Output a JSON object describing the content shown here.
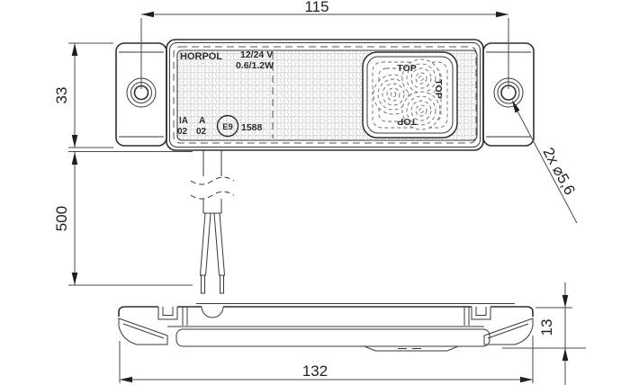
{
  "dims": {
    "hole_spacing": "115",
    "bracket_height": "33",
    "cable_length": "500",
    "overall_length": "132",
    "body_thickness": "13",
    "hole_diameter_note": "2x ⌀5,6"
  },
  "markings": {
    "brand": "HORPOL",
    "voltage": "12/24 V",
    "power": "0.6/1.2W",
    "code1_top": "IA",
    "code1_bottom": "02",
    "code2_top": "A",
    "code2_bottom": "02",
    "e_mark": "E9",
    "approval_number": "1588",
    "orientation_label": "TOP"
  },
  "colors": {
    "line": "#2e2e2e",
    "background": "#ffffff",
    "lens_pattern": "#c2c2c2"
  }
}
